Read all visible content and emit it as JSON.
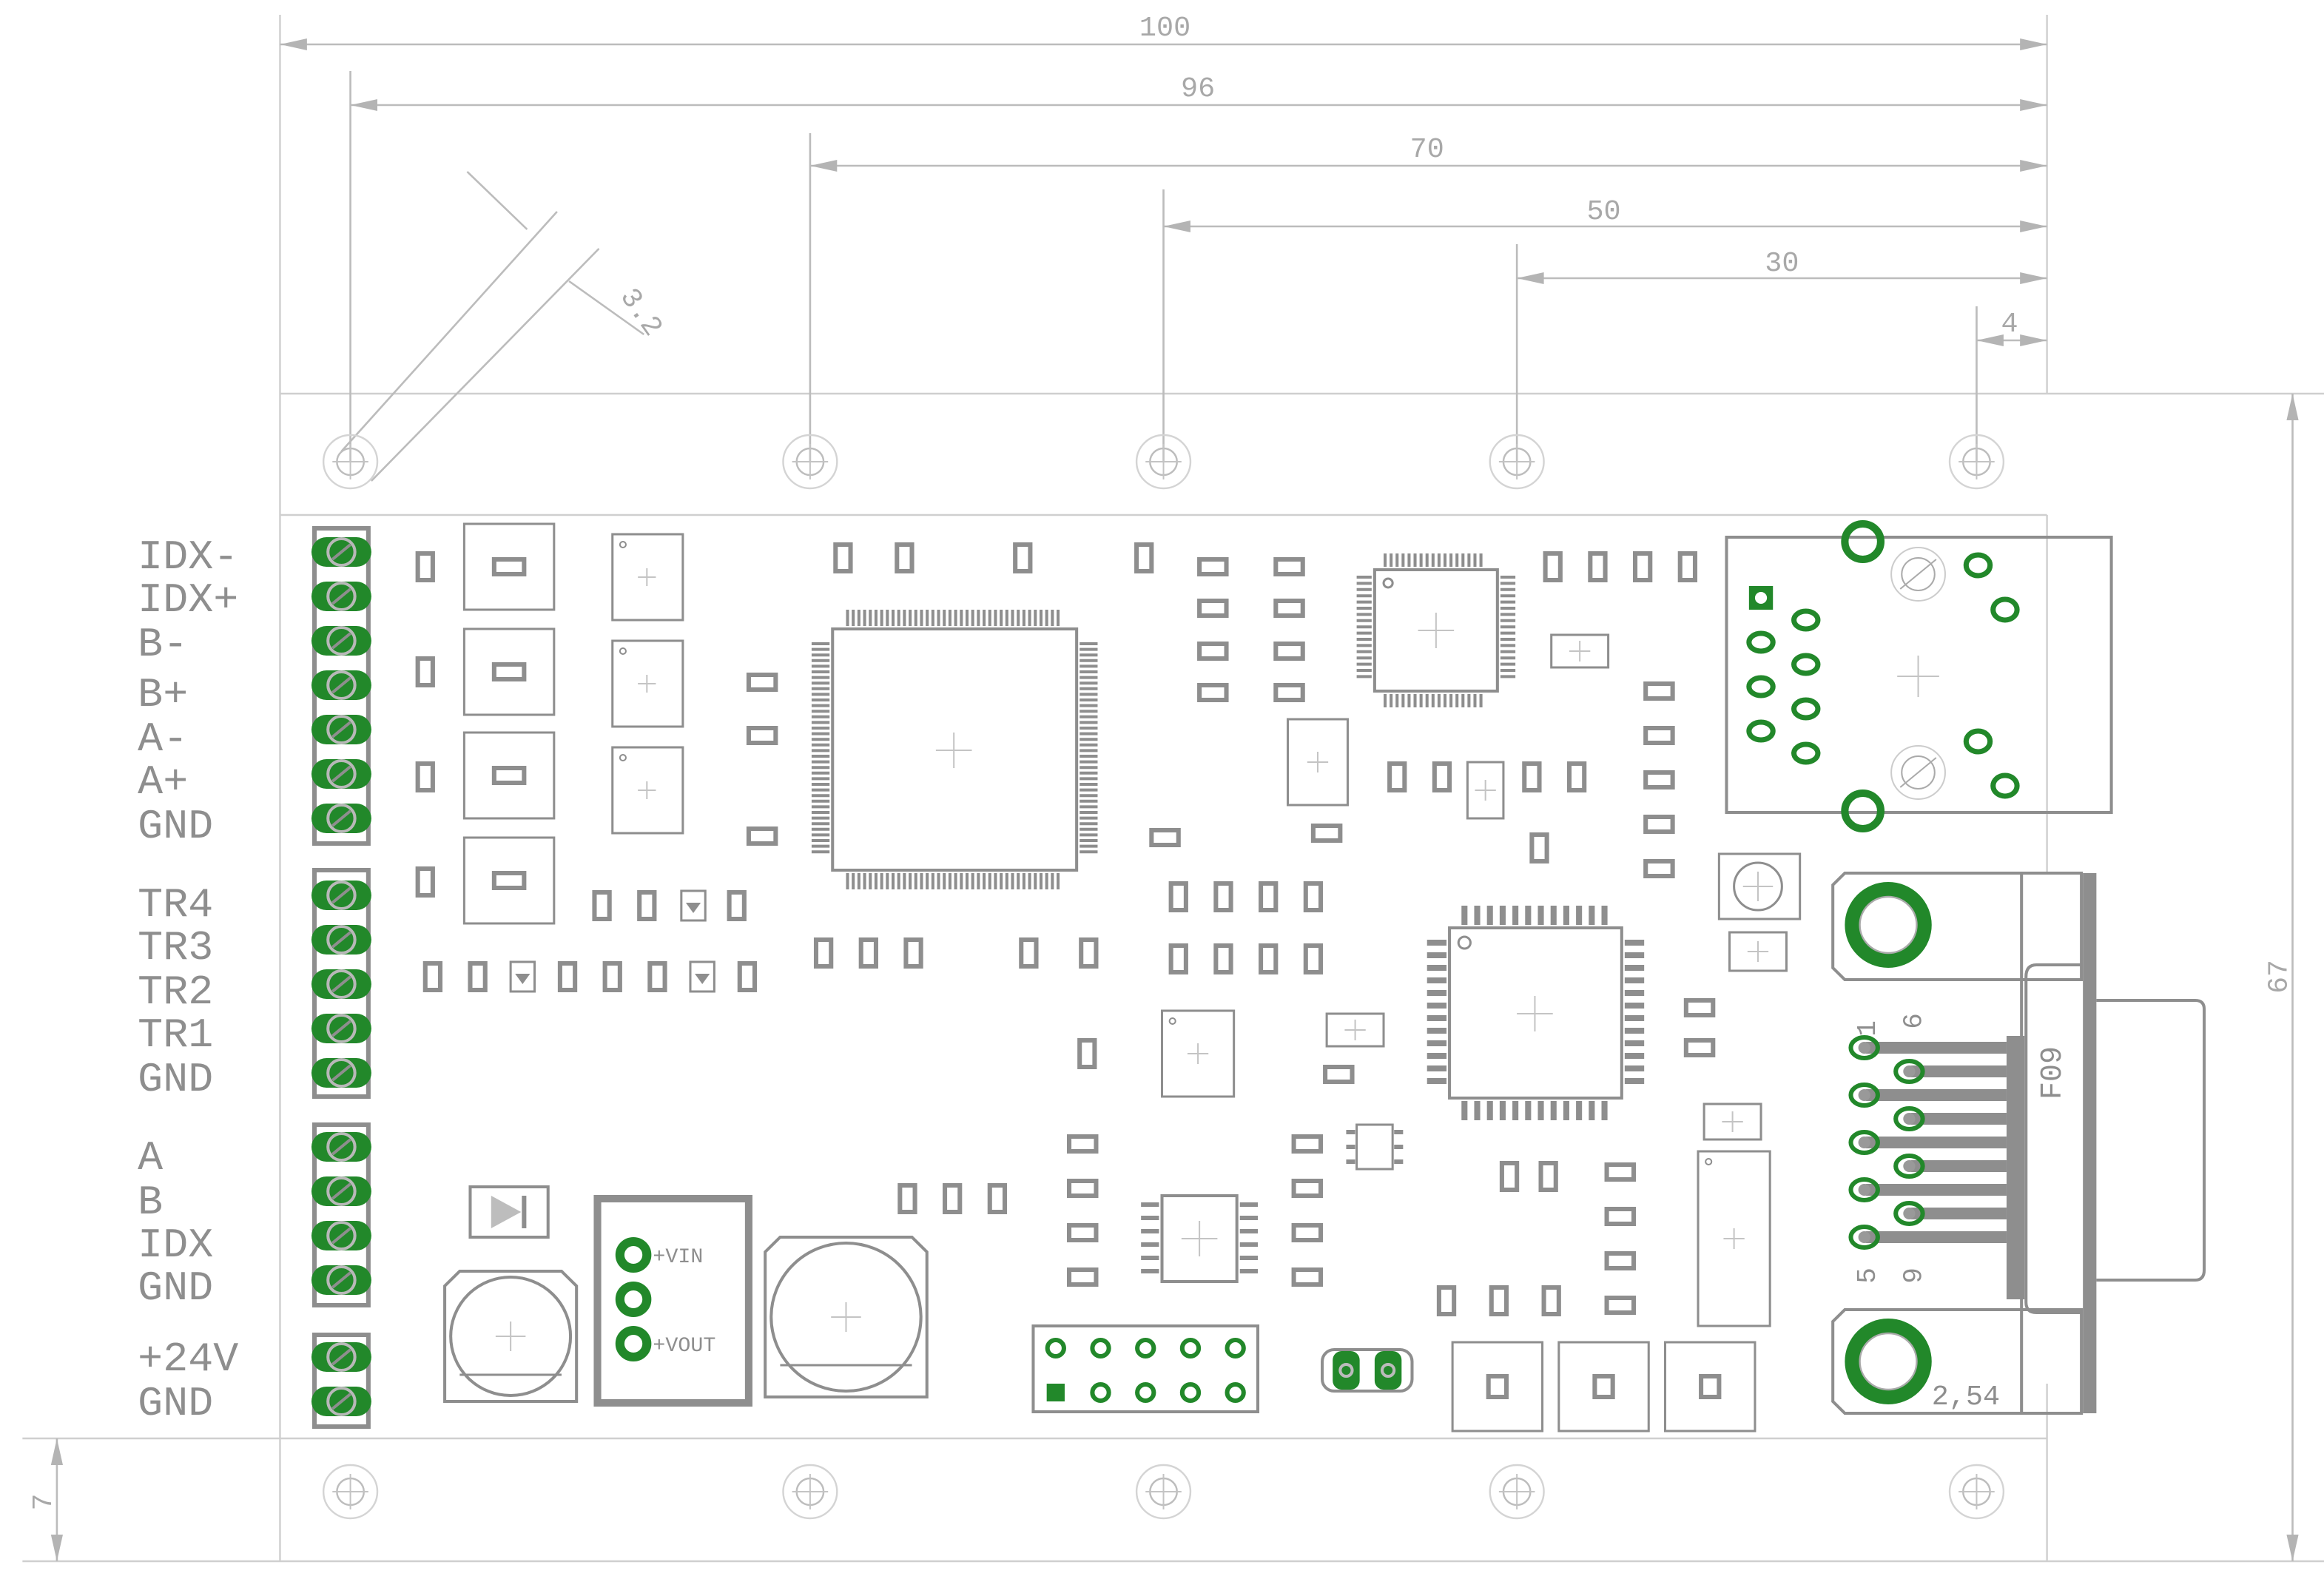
{
  "title": "PCB board layout with dimensions",
  "colors": {
    "copper": "#22882a",
    "silkscreen": "#8e8e8e",
    "dimension": "#bcbcbc"
  },
  "dimensions": {
    "width_total": "100",
    "hole_span": "96",
    "d70": "70",
    "d50": "50",
    "d30": "30",
    "d4": "4",
    "height": "67",
    "bottom_margin": "7",
    "hole_diameter": "3.2"
  },
  "terminal_labels": {
    "block1": [
      "IDX-",
      "IDX+",
      "B-",
      "B+",
      "A-",
      "A+",
      "GND"
    ],
    "block2": [
      "TR4",
      "TR3",
      "TR2",
      "TR1",
      "GND"
    ],
    "block3": [
      "A",
      "B",
      "IDX",
      "GND"
    ],
    "block4": [
      "+24V",
      "GND"
    ]
  },
  "regulator": {
    "vin": "+VIN",
    "vout": "+VOUT"
  },
  "db9": {
    "name": "F09",
    "pin1": "1",
    "pin6": "6",
    "pin5": "5",
    "pin9": "9",
    "pitch": "2,54"
  }
}
